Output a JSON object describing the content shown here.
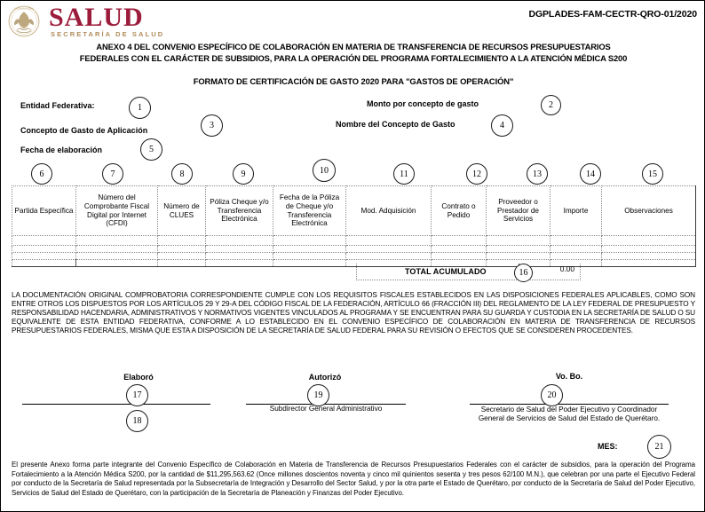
{
  "header": {
    "logo_alt": "escudo-nacional-mexicano",
    "brand": "SALUD",
    "brand_sub": "SECRETARÍA DE SALUD",
    "doc_code": "DGPLADES-FAM-CECTR-QRO-01/2020",
    "brand_color": "#9c1c3c",
    "brand_sub_color": "#b08b5a"
  },
  "titles": {
    "line1": "ANEXO 4 DEL CONVENIO ESPECÍFICO DE COLABORACIÓN EN MATERIA DE TRANSFERENCIA DE RECURSOS PRESUPUESTARIOS",
    "line2": "FEDERALES CON EL CARÁCTER DE SUBSIDIOS, PARA LA OPERACIÓN DEL PROGRAMA FORTALECIMIENTO A LA ATENCIÓN MÉDICA S200",
    "subtitle": "FORMATO DE CERTIFICACIÓN DE GASTO 2020 PARA \"GASTOS DE OPERACIÓN\""
  },
  "fields": {
    "entidad_federativa": "Entidad Federativa:",
    "concepto_gasto_aplicacion": "Concepto de Gasto de Aplicación",
    "fecha_elaboracion": "Fecha de elaboración",
    "monto_por_concepto": "Monto por concepto de gasto",
    "nombre_concepto": "Nombre del Concepto de Gasto"
  },
  "markers": {
    "m1": "1",
    "m2": "2",
    "m3": "3",
    "m4": "4",
    "m5": "5",
    "m6": "6",
    "m7": "7",
    "m8": "8",
    "m9": "9",
    "m10": "10",
    "m11": "11",
    "m12": "12",
    "m13": "13",
    "m14": "14",
    "m15": "15",
    "m16": "16",
    "m17": "17",
    "m18": "18",
    "m19": "19",
    "m20": "20",
    "m21": "21"
  },
  "table": {
    "columns": [
      "Partida Específica",
      "Número del Comprobante Fiscal Digital por Internet (CFDI)",
      "Número de CLUES",
      "Póliza Cheque y/o Transferencia Electrónica",
      "Fecha de la Póliza de Cheque y/o Transferencia Electrónica",
      "Mod. Adquisición",
      "Contrato o Pedido",
      "Proveedor o Prestador de Servicios",
      "Importe",
      "Observaciones"
    ],
    "rows": [
      [
        "",
        "",
        "",
        "",
        "",
        "",
        "",
        "",
        "",
        ""
      ],
      [
        "",
        "",
        "",
        "",
        "",
        "",
        "",
        "",
        "",
        ""
      ],
      [
        "",
        "",
        "",
        "",
        "",
        "",
        "",
        "",
        "",
        ""
      ],
      [
        "",
        "",
        "",
        "",
        "",
        "",
        "",
        "",
        "",
        ""
      ]
    ],
    "total_label": "TOTAL ACUMULADO",
    "total_value": "0.00"
  },
  "legal_paragraph": "LA DOCUMENTACIÓN ORIGINAL COMPROBATORIA CORRESPONDIENTE CUMPLE CON LOS REQUISITOS FISCALES ESTABLECIDOS EN LAS DISPOSICIONES FEDERALES APLICABLES, COMO SON ENTRE OTROS LOS DISPUESTOS POR LOS ARTÍCULOS 29 Y 29-A DEL CÓDIGO FISCAL DE LA FEDERACIÓN, ARTÍCULO 66 (FRACCIÓN III) DEL REGLAMENTO DE LA LEY FEDERAL DE PRESUPUESTO Y RESPONSABILIDAD HACENDARIA, ADMINISTRATIVOS Y NORMATIVOS VIGENTES VINCULADOS AL PROGRAMA Y SE ENCUENTRAN PARA SU GUARDA Y CUSTODIA EN LA SECRETARÍA DE SALUD O SU EQUIVALENTE DE ESTA ENTIDAD FEDERATIVA, CONFORME A LO ESTABLECIDO EN EL CONVENIO ESPECÍFICO DE COLABORACIÓN EN MATERIA DE TRANSFERENCIA DE RECURSOS PRESUPUESTARIOS FEDERALES, MISMA QUE ESTA A DISPOSICIÓN DE LA SECRETARÍA DE SALUD FEDERAL PARA SU REVISIÓN O EFECTOS QUE SE CONSIDEREN PROCEDENTES.",
  "signatures": {
    "elaboro_title": "Elaboró",
    "autorizo_title": "Autorizó",
    "vobo_title": "Vo. Bo.",
    "autorizo_caption": "Subdirector General Administrativo",
    "vobo_caption": "Secretario de Salud del Poder Ejecutivo y Coordinador General de Servicios de Salud del Estado de Querétaro.",
    "mes_label": "MES:"
  },
  "bottom_paragraph": "El presente Anexo forma parte integrante del Convenio Específico de Colaboración en Materia de Transferencia de Recursos Presupuestarios Federales con el carácter de subsidios, para la operación del Programa Fortalecimiento a la Atención Médica S200, por la cantidad de $11,295,563.62 (Once millones doscientos noventa y cinco mil quinientos sesenta y tres pesos 62/100 M.N.), que celebran por una parte el Ejecutivo Federal por conducto de la Secretaría de Salud representada por la Subsecretaría de Integración y Desarrollo del Sector Salud, y por la otra parte el Estado de Querétaro, por conducto de la Secretaría de Salud del Poder Ejecutivo, Servicios de Salud del Estado de Querétaro, con la participación de la Secretaría de Planeación y Finanzas del Poder Ejecutivo."
}
